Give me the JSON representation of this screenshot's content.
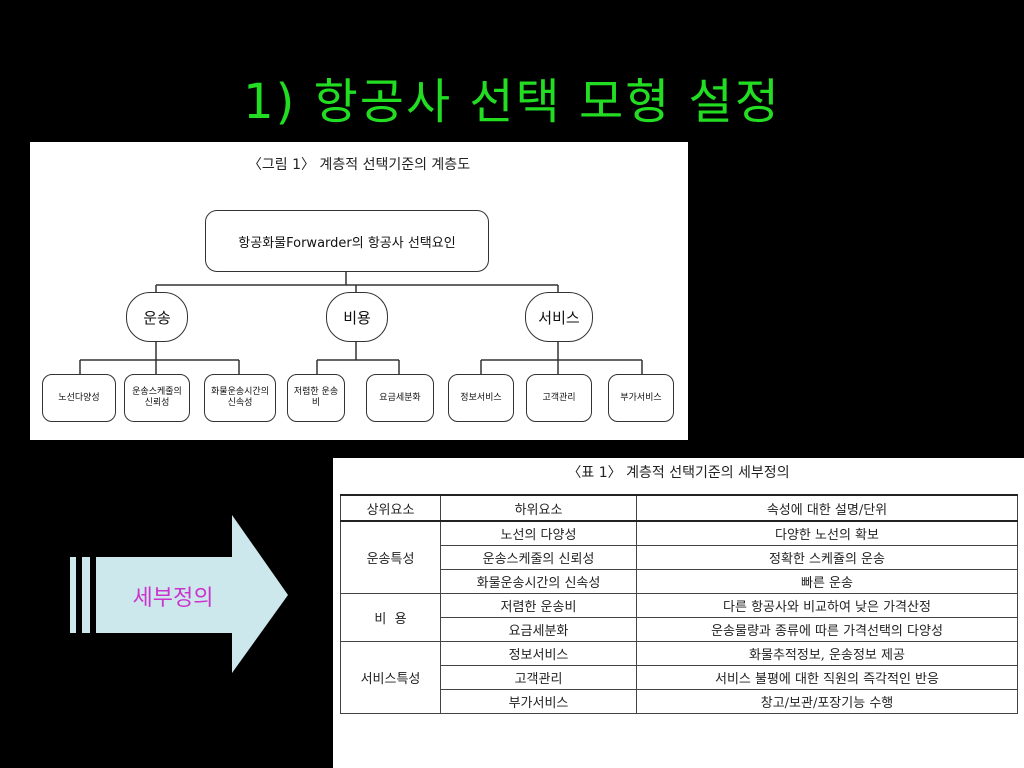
{
  "title": "1) 항공사 선택 모형 설정",
  "figure": {
    "caption": "〈그림 1〉 계층적 선택기준의 계층도",
    "root": "항공화물Forwarder의 항공사 선택요인",
    "groups": [
      {
        "label": "운송",
        "children": [
          "노선다양성",
          "운송스케줄의 신뢰성",
          "화물운송시간의 신속성"
        ]
      },
      {
        "label": "비용",
        "children": [
          "저렴한 운송비",
          "요금세분화"
        ]
      },
      {
        "label": "서비스",
        "children": [
          "정보서비스",
          "고객관리",
          "부가서비스"
        ]
      }
    ]
  },
  "arrow": {
    "label": "세부정의",
    "color": "#cde8ec",
    "text_color": "#cc33cc"
  },
  "table": {
    "caption": "〈표 1〉 계층적 선택기준의 세부정의",
    "headers": [
      "상위요소",
      "하위요소",
      "속성에 대한 설명/단위"
    ],
    "groups": [
      {
        "name": "운송특성",
        "rows": [
          [
            "노선의 다양성",
            "다양한 노선의 확보"
          ],
          [
            "운송스케줄의 신뢰성",
            "정확한 스케쥴의 운송"
          ],
          [
            "화물운송시간의 신속성",
            "빠른 운송"
          ]
        ]
      },
      {
        "name": "비  용",
        "rows": [
          [
            "저렴한 운송비",
            "다른 항공사와 비교하여 낮은 가격산정"
          ],
          [
            "요금세분화",
            "운송물량과 종류에 따른 가격선택의 다양성"
          ]
        ]
      },
      {
        "name": "서비스특성",
        "rows": [
          [
            "정보서비스",
            "화물추적정보, 운송정보 제공"
          ],
          [
            "고객관리",
            "서비스 불평에 대한 직원의 즉각적인 반응"
          ],
          [
            "부가서비스",
            "창고/보관/포장기능 수행"
          ]
        ]
      }
    ]
  }
}
